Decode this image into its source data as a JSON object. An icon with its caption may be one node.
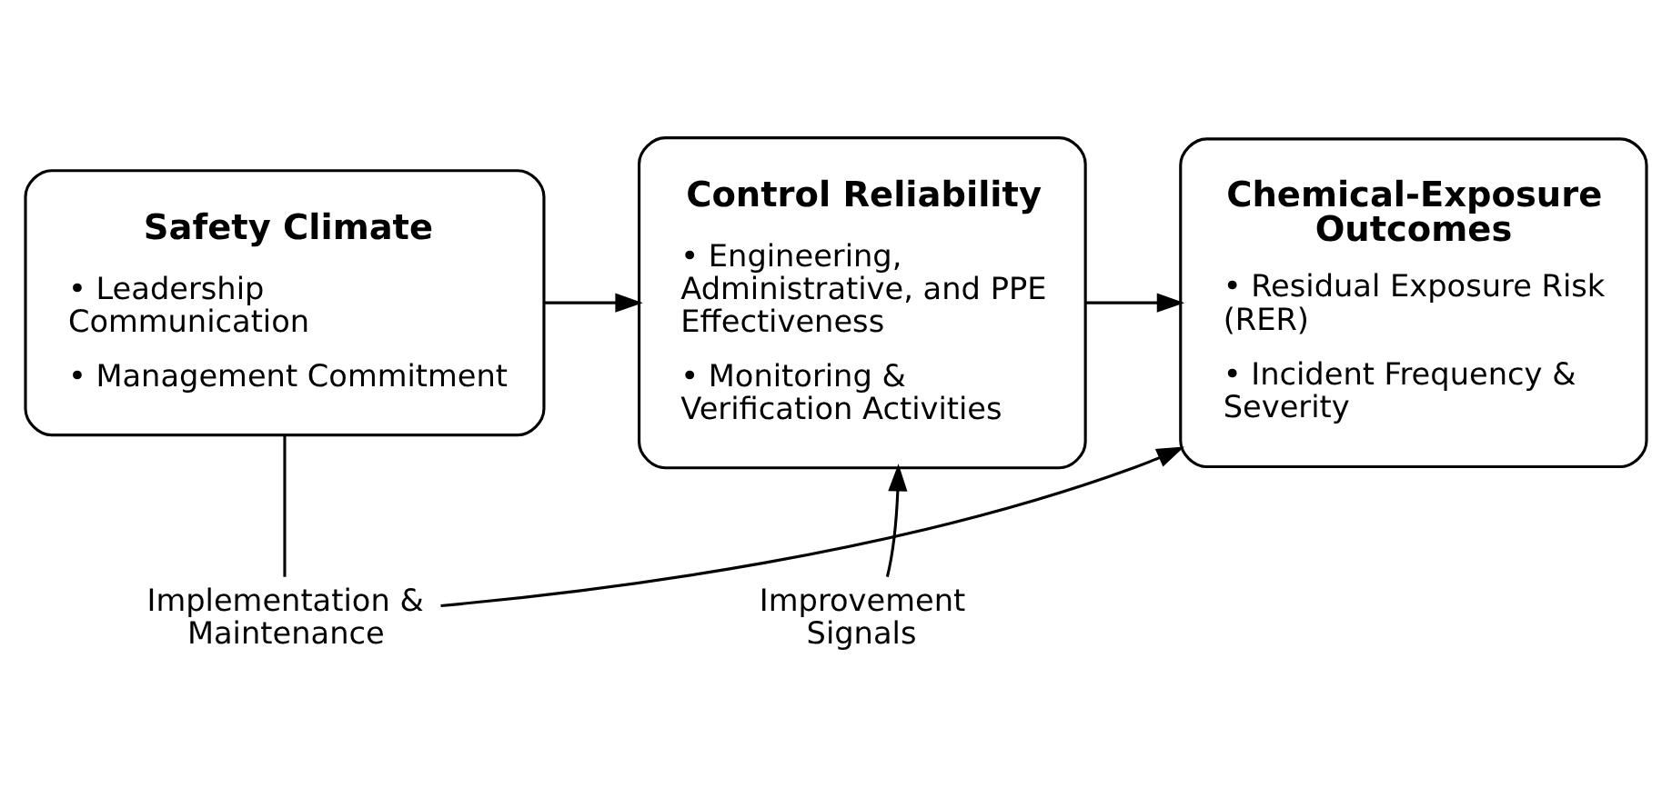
{
  "diagram": {
    "nodes": [
      {
        "text": [
          "Safety Climate",
          "• Leadership Communication",
          "• Management Commitment"
        ]
      },
      {
        "text": [
          "Control Reliability",
          "• Engineering, Administrative, and PPE Effectiveness",
          "• Monitoring & Verification Activities"
        ]
      },
      {
        "text": [
          "Chemical-Exposure Outcomes",
          "• Residual Exposure Risk (RER)",
          "• Incident Frequency & Severity"
        ]
      },
      {
        "text": [
          "Implementation & Maintenance"
        ]
      },
      {
        "text": [
          "Improvement Signals"
        ]
      }
    ],
    "edges": [
      {
        "from": 0,
        "to": 1,
        "arrow": "to"
      },
      {
        "from": 1,
        "to": 2,
        "arrow": "to"
      },
      {
        "from": 0,
        "to": 3,
        "arrow": "none"
      },
      {
        "from": 3,
        "to": 2,
        "arrow": "to"
      },
      {
        "from": 4,
        "to": 1,
        "arrow": "to"
      }
    ]
  }
}
